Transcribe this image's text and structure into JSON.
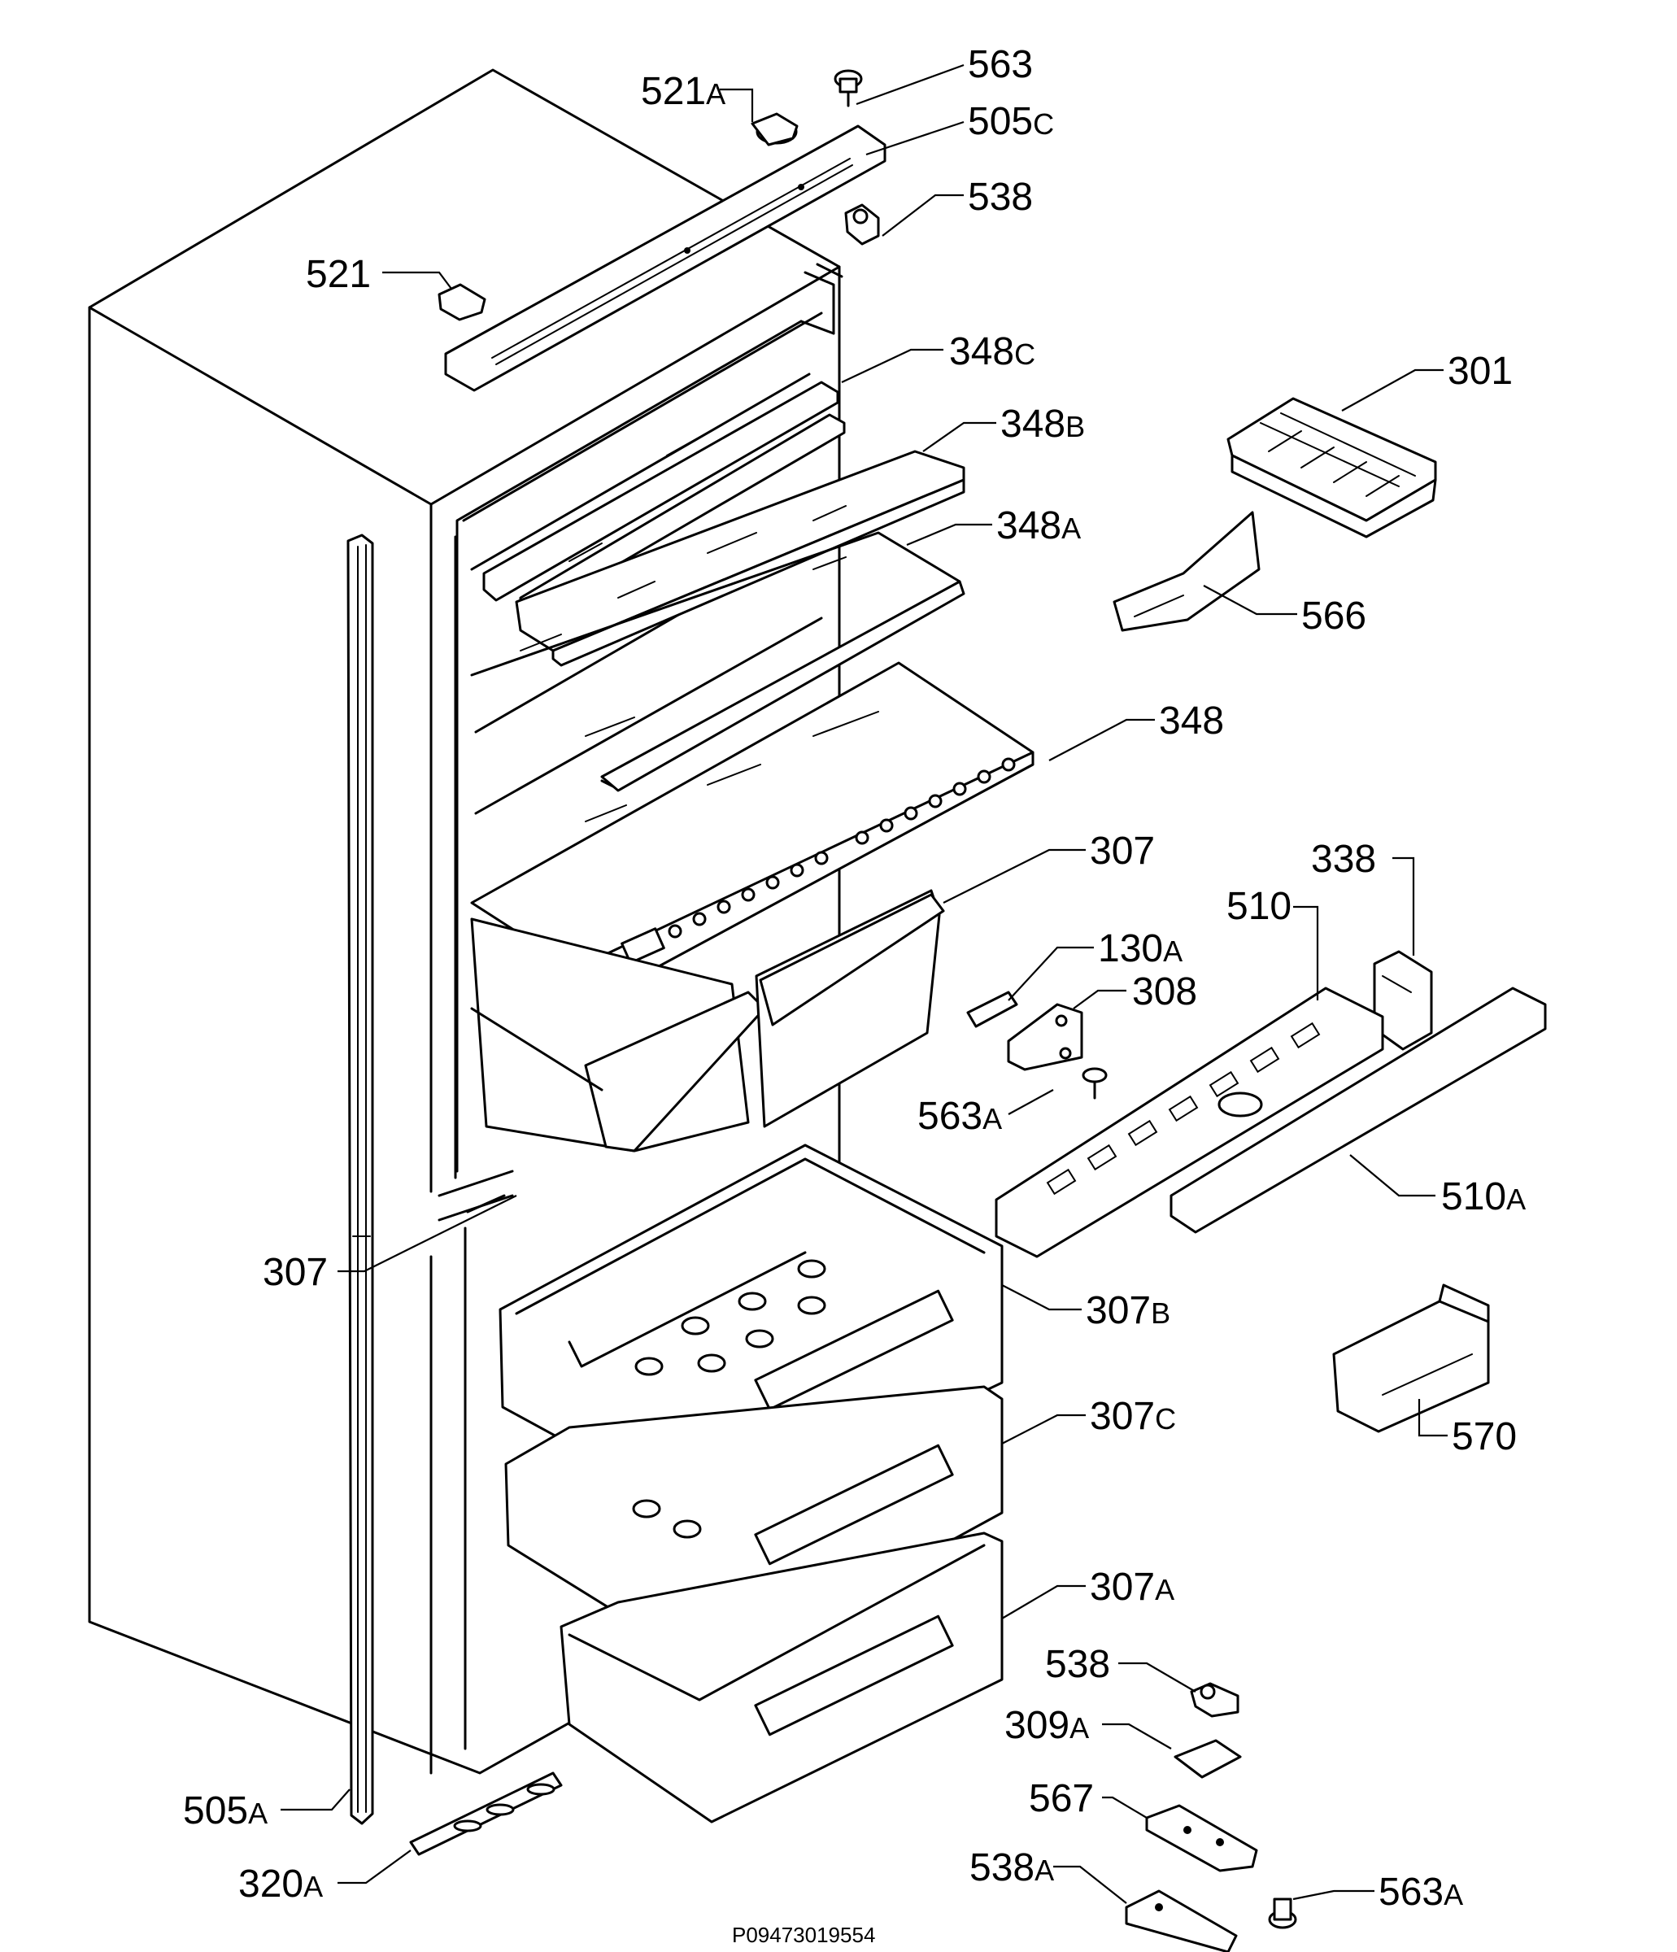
{
  "diagram": {
    "drawing_code": "P09473019554",
    "labels": [
      {
        "id": "563",
        "num": "563",
        "suffix": ""
      },
      {
        "id": "521A",
        "num": "521",
        "suffix": "A"
      },
      {
        "id": "505C",
        "num": "505",
        "suffix": "C"
      },
      {
        "id": "538-top",
        "num": "538",
        "suffix": ""
      },
      {
        "id": "521",
        "num": "521",
        "suffix": ""
      },
      {
        "id": "348C",
        "num": "348",
        "suffix": "C"
      },
      {
        "id": "301",
        "num": "301",
        "suffix": ""
      },
      {
        "id": "348B",
        "num": "348",
        "suffix": "B"
      },
      {
        "id": "348A",
        "num": "348",
        "suffix": "A"
      },
      {
        "id": "566",
        "num": "566",
        "suffix": ""
      },
      {
        "id": "348",
        "num": "348",
        "suffix": ""
      },
      {
        "id": "307-top",
        "num": "307",
        "suffix": ""
      },
      {
        "id": "338",
        "num": "338",
        "suffix": ""
      },
      {
        "id": "510",
        "num": "510",
        "suffix": ""
      },
      {
        "id": "130A",
        "num": "130",
        "suffix": "A"
      },
      {
        "id": "308",
        "num": "308",
        "suffix": ""
      },
      {
        "id": "563A-mid",
        "num": "563",
        "suffix": "A"
      },
      {
        "id": "510A",
        "num": "510",
        "suffix": "A"
      },
      {
        "id": "307-left",
        "num": "307",
        "suffix": ""
      },
      {
        "id": "307B",
        "num": "307",
        "suffix": "B"
      },
      {
        "id": "570",
        "num": "570",
        "suffix": ""
      },
      {
        "id": "307C",
        "num": "307",
        "suffix": "C"
      },
      {
        "id": "307A",
        "num": "307",
        "suffix": "A"
      },
      {
        "id": "538-bottom",
        "num": "538",
        "suffix": ""
      },
      {
        "id": "309A",
        "num": "309",
        "suffix": "A"
      },
      {
        "id": "567",
        "num": "567",
        "suffix": ""
      },
      {
        "id": "505A",
        "num": "505",
        "suffix": "A"
      },
      {
        "id": "538A",
        "num": "538",
        "suffix": "A"
      },
      {
        "id": "563A-bottom",
        "num": "563",
        "suffix": "A"
      },
      {
        "id": "320A",
        "num": "320",
        "suffix": "A"
      }
    ]
  }
}
